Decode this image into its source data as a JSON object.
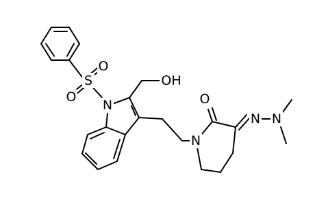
{
  "structure": {
    "atoms": {
      "oh": "OH",
      "o_sulfonyl_top": "O",
      "s": "S",
      "o_sulfonyl_bottom": "O",
      "n_indole": "N",
      "o_carbonyl": "O",
      "n_hydrazone": "N",
      "n_dimethyl": "N",
      "n_lactam": "N"
    }
  }
}
